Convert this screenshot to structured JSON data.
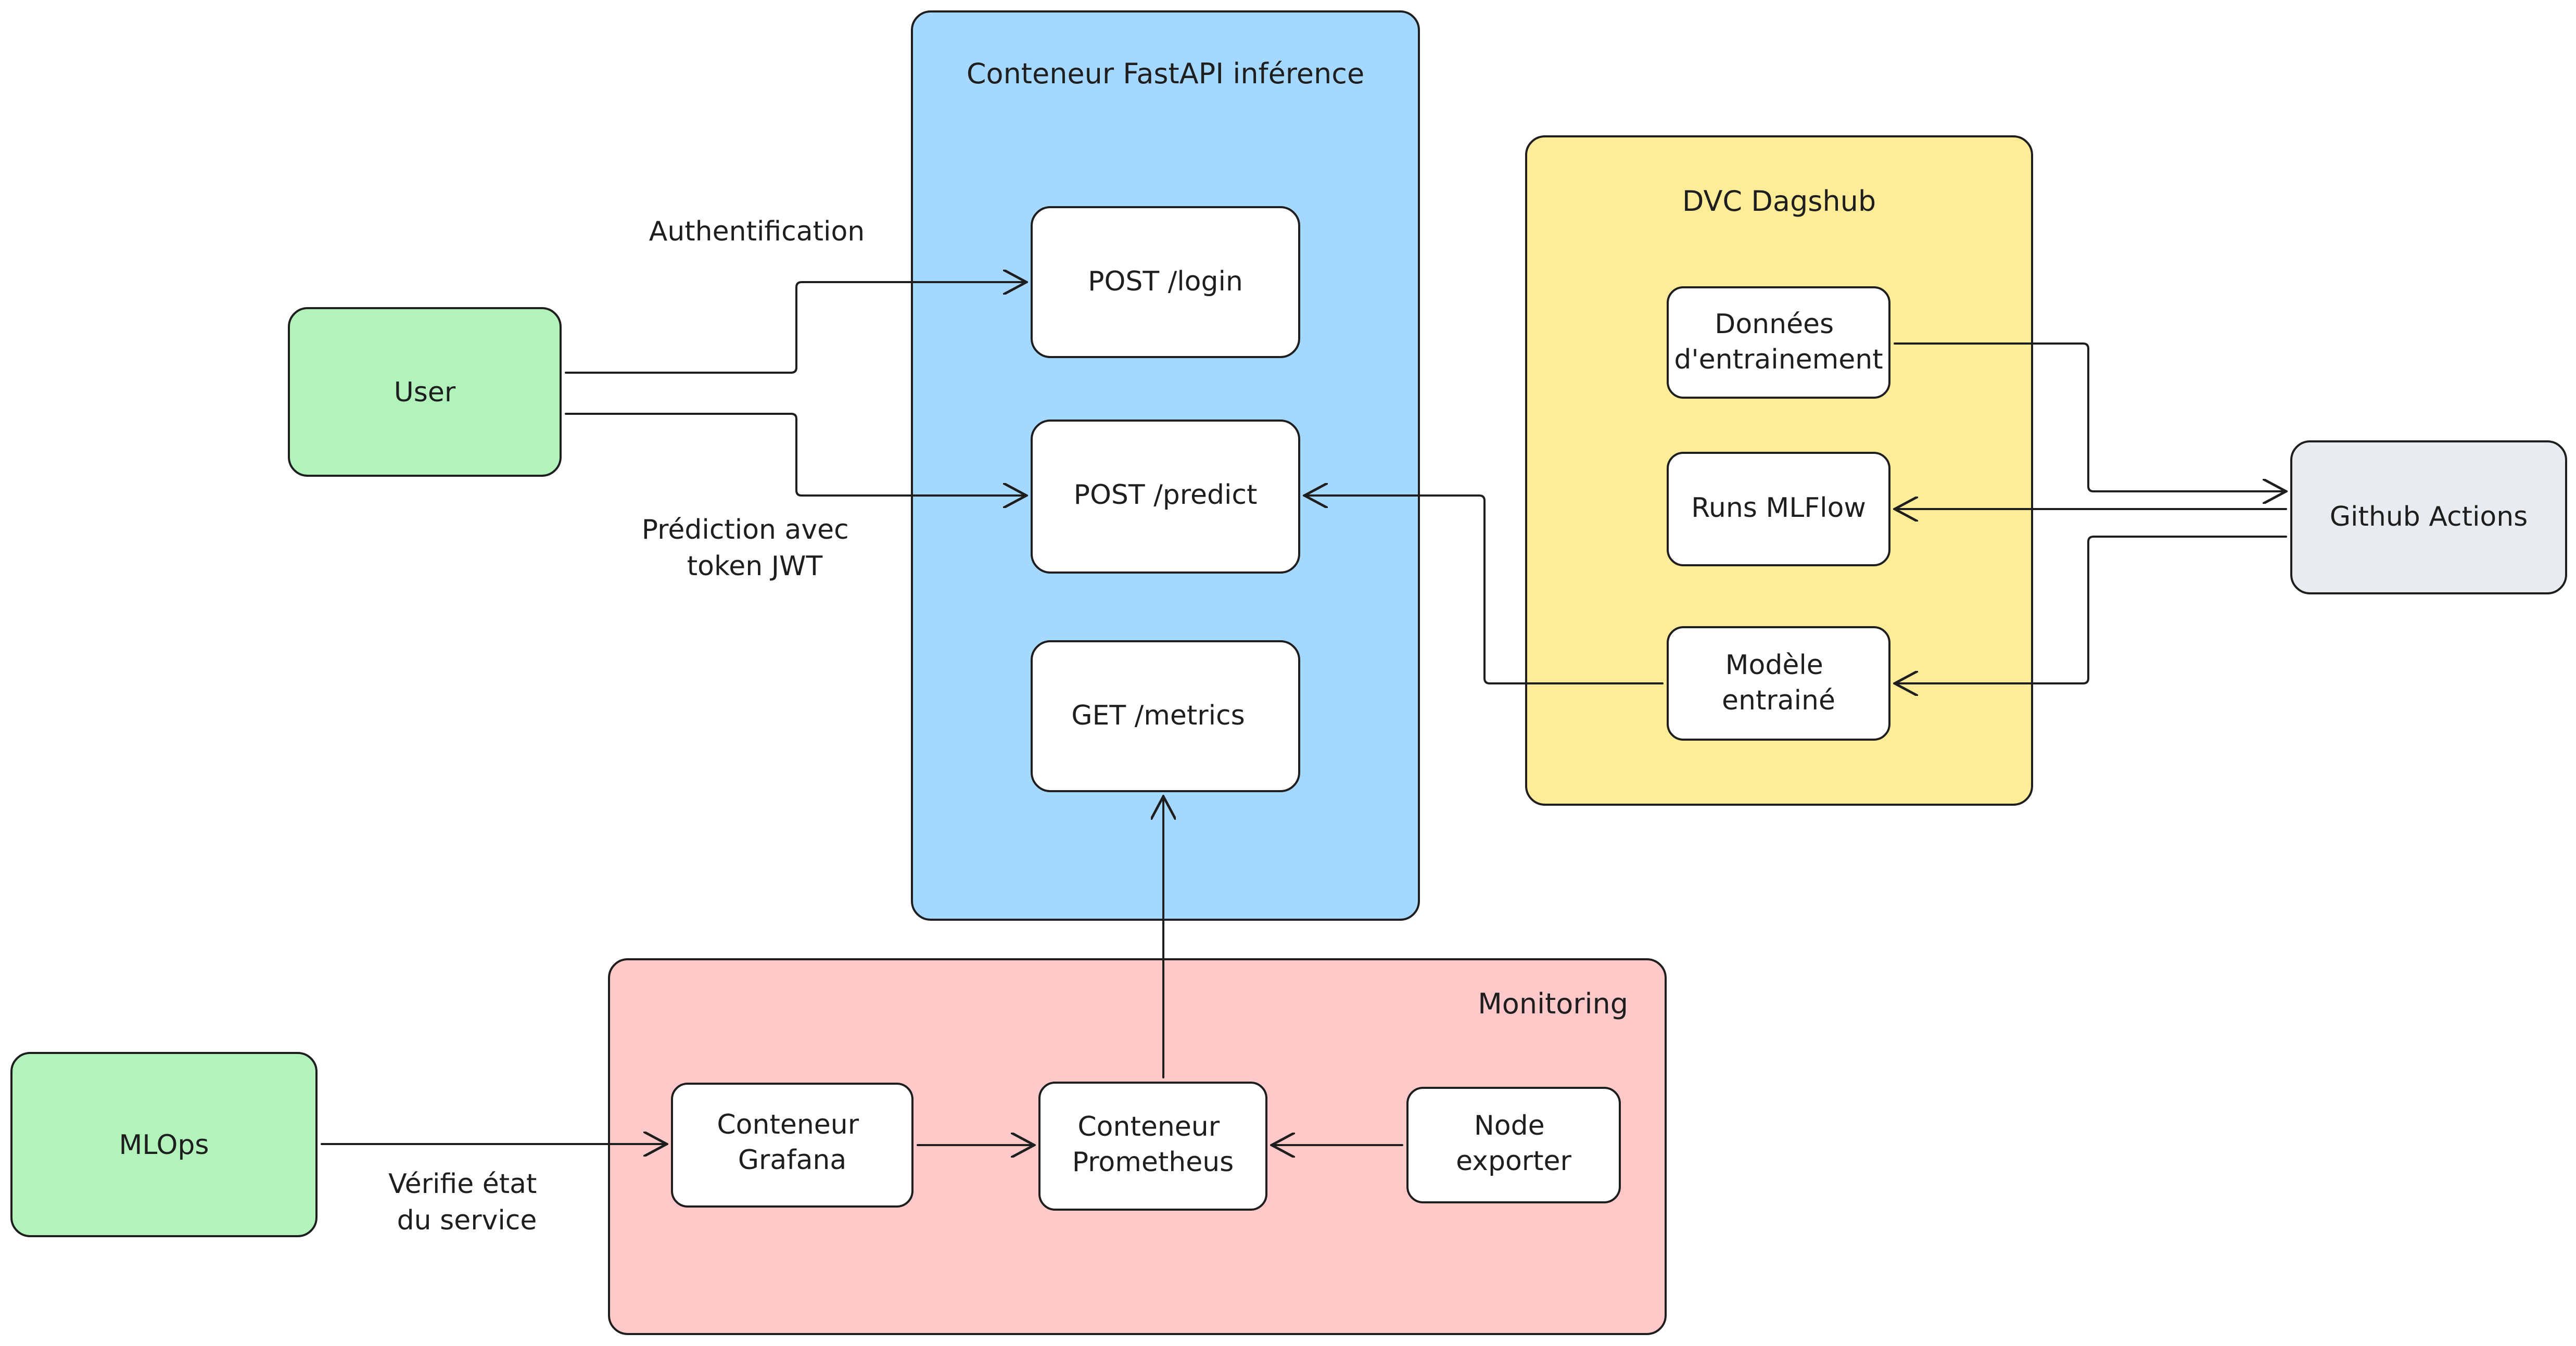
{
  "colors": {
    "fastapi": "#a5d8ff",
    "dvc": "#ffec99",
    "monitoring": "#ffc9c9",
    "actor": "#b2f2bb",
    "github": "#e9ecef",
    "node": "#ffffff",
    "stroke": "#1e1e1e"
  },
  "containers": {
    "fastapi": {
      "title": "Conteneur FastAPI inférence"
    },
    "dvc": {
      "title": "DVC Dagshub"
    },
    "monitoring": {
      "title": "Monitoring"
    }
  },
  "actors": {
    "user": "User",
    "mlops": "MLOps",
    "github": "Github Actions"
  },
  "endpoints": {
    "login": "POST /login",
    "predict": "POST /predict",
    "metrics": "GET /metrics"
  },
  "dvc_items": {
    "data": [
      "Données",
      "d'entrainement"
    ],
    "runs": "Runs MLFlow",
    "model": [
      "Modèle",
      "entrainé"
    ]
  },
  "monitoring_items": {
    "grafana": [
      "Conteneur",
      "Grafana"
    ],
    "prometheus": [
      "Conteneur",
      "Prometheus"
    ],
    "node_exporter": [
      "Node",
      "exporter"
    ]
  },
  "edge_labels": {
    "auth": "Authentification",
    "predict": [
      "Prédiction avec",
      "token JWT"
    ],
    "mlops": [
      "Vérifie état",
      "du service"
    ]
  }
}
